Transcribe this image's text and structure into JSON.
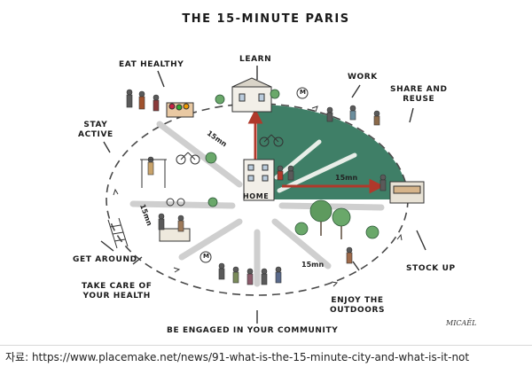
{
  "title": "THE 15-MINUTE PARIS",
  "labels": {
    "eat_healthy": [
      "EAT HEALTHY"
    ],
    "learn": [
      "LEARN"
    ],
    "work": [
      "WORK"
    ],
    "share_reuse": [
      "SHARE AND",
      "REUSE"
    ],
    "stay_active": [
      "STAY",
      "ACTIVE"
    ],
    "home": [
      "HOME"
    ],
    "get_around": [
      "GET AROUND"
    ],
    "take_care": [
      "TAKE CARE OF",
      "YOUR HEALTH"
    ],
    "stock_up": [
      "STOCK UP"
    ],
    "enjoy": [
      "ENJOY THE",
      "OUTDOORS"
    ],
    "community": [
      "BE ENGAGED IN YOUR COMMUNITY"
    ]
  },
  "minute_marks": [
    "15mn",
    "15mn",
    "15mn",
    "15mn"
  ],
  "metro_sign": [
    "M",
    "M"
  ],
  "signature": "MICAËL",
  "caption": "자료:  https://www.placemake.net/news/91-what-is-the-15-minute-city-and-what-is-it-not",
  "colors": {
    "green_sector": "#3f7f67",
    "arrow_red": "#b0392b",
    "ring_dash": "#4a4a4a",
    "ink": "#1a1a1a"
  }
}
